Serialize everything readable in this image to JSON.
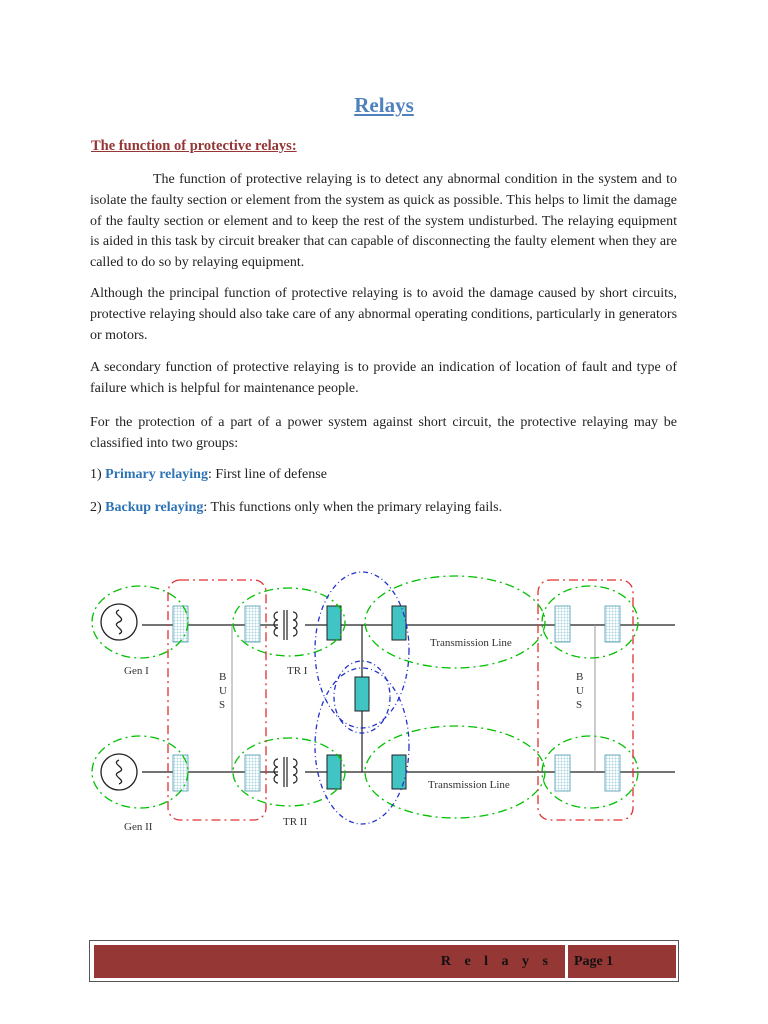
{
  "title": "Relays",
  "section_heading": "The function of protective relays:",
  "paragraphs": [
    "The function of protective relaying is to detect any abnormal condition in the system and to isolate the faulty section or element from the system as quick as possible. This helps to limit the damage of the faulty section or element and to keep the rest of the system undisturbed. The relaying equipment is aided in this task by circuit breaker that can capable of disconnecting the faulty element when they are called to do so by relaying equipment.",
    "Although the principal function of protective relaying is to avoid the damage caused by short circuits, protective relaying should also take care of any abnormal operating conditions, particularly in generators or motors.",
    "A secondary function of protective relaying is to provide an indication of location of fault and type of failure which is helpful for maintenance people.",
    "For the protection of a part of a power system against short circuit, the protective relaying may be classified into two groups:"
  ],
  "list": [
    {
      "num": "1)",
      "term": "Primary relaying",
      "sep": ":",
      "desc": " First line of defense"
    },
    {
      "num": "2)",
      "term": "Backup relaying",
      "sep": ":",
      "desc": " This functions only when the primary relaying fails."
    }
  ],
  "diagram": {
    "gen1": "Gen I",
    "gen2": "Gen II",
    "tr1": "TR I",
    "tr2": "TR II",
    "bus_left": [
      "B",
      "U",
      "S"
    ],
    "bus_right": [
      "B",
      "U",
      "S"
    ],
    "line1": "Transmission Line",
    "line2": "Transmission Line",
    "colors": {
      "breaker": "#40c4c4",
      "cb_hatch": "#9fd6e0",
      "green_zone": "#00c000",
      "red_zone": "#e03030",
      "blue_zone": "#2233cc"
    }
  },
  "footer": {
    "title": "R e l a y s",
    "page": "Page 1",
    "bar_color": "#953734"
  }
}
